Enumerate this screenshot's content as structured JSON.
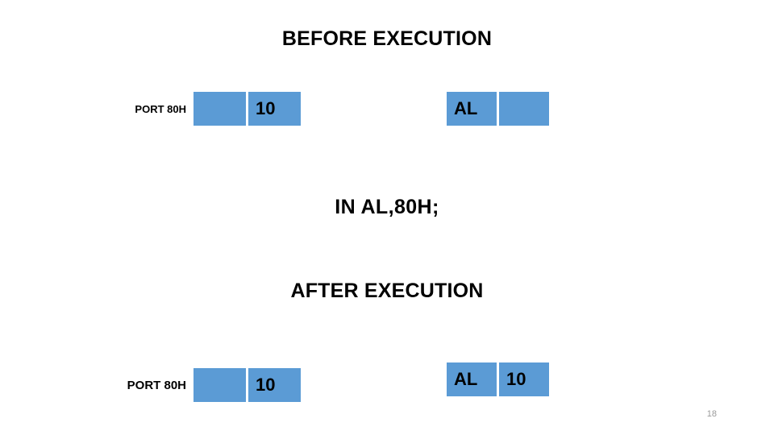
{
  "slide": {
    "before_title": "BEFORE EXECUTION",
    "instruction": "IN AL,80H;",
    "after_title": "AFTER EXECUTION",
    "page_number": "18",
    "accent_color": "#5B9BD5",
    "text_color": "#000000",
    "page_number_color": "#9A9A9A"
  },
  "before": {
    "port": {
      "label": "PORT 80H",
      "cells": [
        {
          "value": ""
        },
        {
          "value": "10"
        }
      ]
    },
    "al": {
      "label": "",
      "cells": [
        {
          "value": "AL"
        },
        {
          "value": ""
        }
      ]
    }
  },
  "after": {
    "port": {
      "label": "PORT 80H",
      "cells": [
        {
          "value": ""
        },
        {
          "value": "10"
        }
      ]
    },
    "al": {
      "label": "",
      "cells": [
        {
          "value": "AL"
        },
        {
          "value": "10"
        }
      ]
    }
  }
}
